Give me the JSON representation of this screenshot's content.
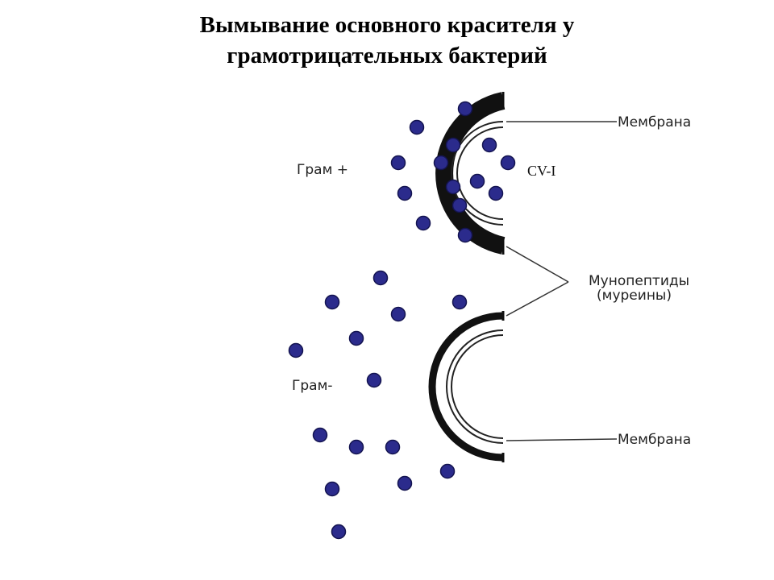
{
  "title": {
    "line1": "Вымывание основного красителя у",
    "line2": "грамотрицательных бактерий"
  },
  "labels": {
    "gram_positive": "Грам +",
    "gram_negative": "Грам-",
    "membrane_top": "Мембрана",
    "membrane_bottom": "Мембрана",
    "peptide_line1": "Мунопептиды",
    "peptide_line2": "(муреины)",
    "dye": "CV-I"
  },
  "colors": {
    "dye_dot": "#2b2b8c",
    "dye_dot_edge": "#141450",
    "wall": "#111111"
  }
}
